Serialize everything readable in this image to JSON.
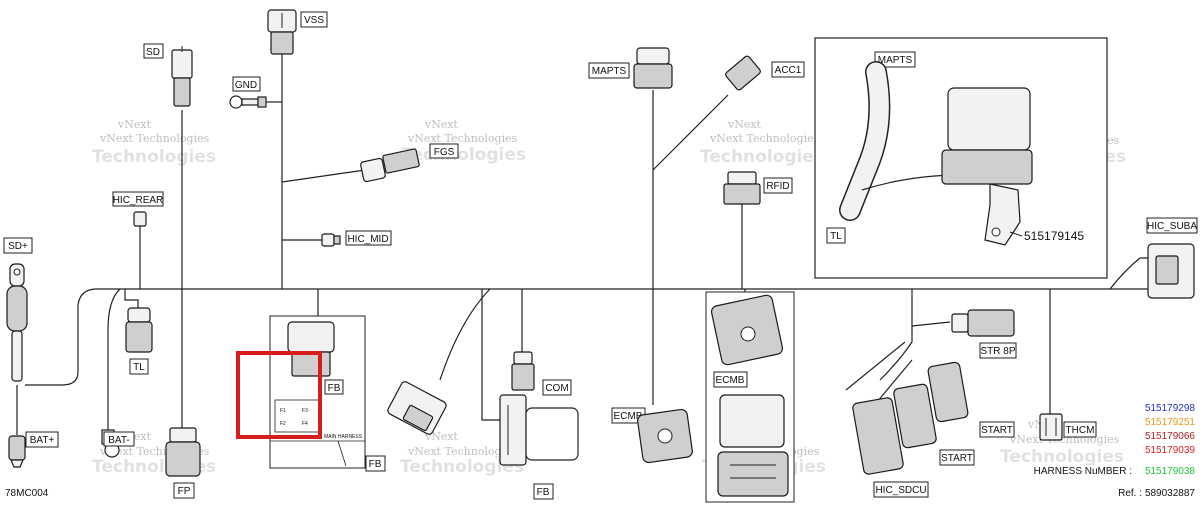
{
  "labels": {
    "vss": "VSS",
    "sd": "SD",
    "gnd": "GND",
    "fgs": "FGS",
    "hic_rear": "HIC_REAR",
    "hic_mid": "HIC_MID",
    "sd_plus": "SD+",
    "tl_left": "TL",
    "bat_plus": "BAT+",
    "bat_minus": "BAT-",
    "fp": "FP",
    "fb_upper": "FB",
    "fb_lower": "FB",
    "fb_com": "FB",
    "com": "COM",
    "mapts": "MAPTS",
    "acc1": "ACC1",
    "rfid": "RFID",
    "ecmb_left": "ECMB",
    "ecmb_right": "ECMB",
    "inset_mapts": "MAPTS",
    "inset_tl": "TL",
    "inset_part_number": "515179145",
    "hic_suba": "HIC_SUBA",
    "str_8p": "STR 8P",
    "start_1": "START",
    "start_2": "START",
    "thcm": "THCM",
    "hic_sdcu": "HIC_SDCU",
    "fuse_f1": "F1",
    "fuse_f2": "F2",
    "fuse_f3": "F3",
    "fuse_f4": "F4",
    "main_harness": "MAIN HARNESS",
    "drawing_code": "78MC004"
  },
  "watermark": {
    "line1": "vNext",
    "line2": "vNext Technologies",
    "line3": "Technologies"
  },
  "legend": {
    "numbers": [
      {
        "value": "515179298",
        "color": "#2233cc"
      },
      {
        "value": "515179251",
        "color": "#e89a1a"
      },
      {
        "value": "515179066",
        "color": "#b32222"
      },
      {
        "value": "515179039",
        "color": "#dd2222"
      }
    ],
    "harness_label": "HARNESS NuMBER :",
    "harness_number": {
      "value": "515179038",
      "color": "#22c43a"
    },
    "ref_label": "Ref. :",
    "ref_value": "589032887"
  },
  "highlight_color": "#d81b1b"
}
